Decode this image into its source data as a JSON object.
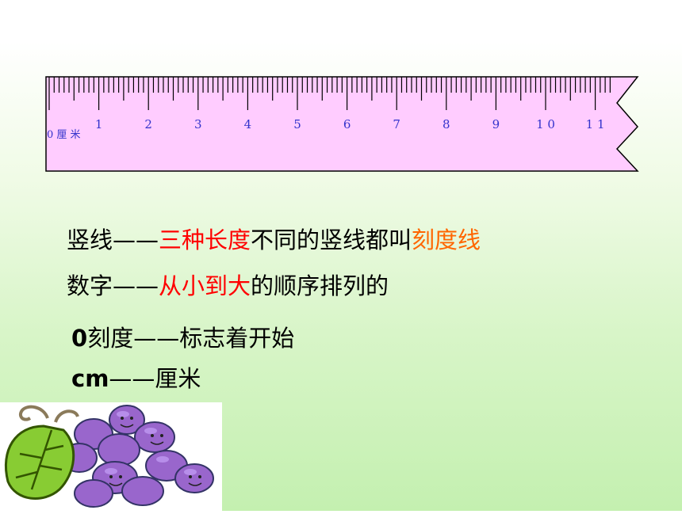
{
  "ruler": {
    "zero_label": "0 厘 米",
    "numbers": [
      "1",
      "2",
      "3",
      "4",
      "5",
      "6",
      "7",
      "8",
      "9",
      "1 0",
      "1 1"
    ],
    "fill_color": "#ffccff",
    "tick_color": "#000000",
    "number_color": "#3333cc"
  },
  "lines": {
    "line1": {
      "a": "竖线——",
      "b": "三种长度",
      "c": "不同的竖线都叫",
      "d": "刻度线"
    },
    "line2": {
      "a": "数字——",
      "b": "从小到大",
      "c": "的顺序排列的"
    },
    "line3": {
      "a": "0",
      "b": "刻度——标志着开始"
    },
    "line4": {
      "a": "cm",
      "b": "——厘米"
    }
  },
  "colors": {
    "red": "#ff0000",
    "orange": "#ff6600"
  },
  "illustration": "grapes-with-leaf"
}
